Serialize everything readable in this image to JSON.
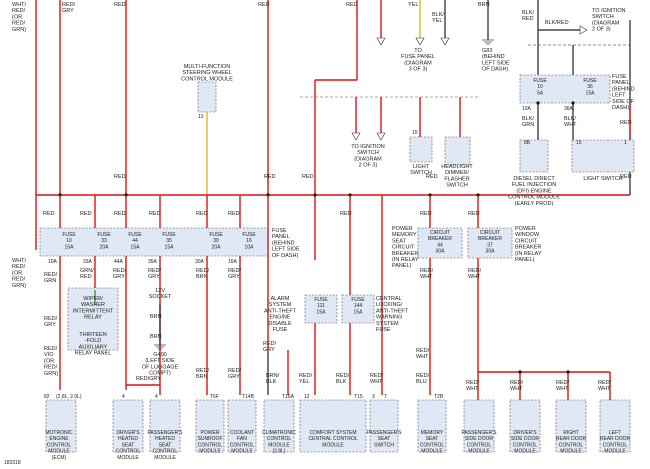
{
  "figure_id": "183318",
  "labels": {
    "top_left_wire": "WHT/\nRED/\n(OR\nRED/\nGRN)",
    "top_red_gry": "RED/\nGRY",
    "top_red_1": "RED",
    "top_red_2": "RED",
    "top_yel": "YEL",
    "top_blk_yel": "BLK/\nYEL",
    "top_brn": "BRN",
    "top_blk_red": "BLK/\nRED",
    "top_blk_red2": "BLK/RED",
    "to_ignition_switch_top": "TO IGNITION\nSWITCH\n(DIAGRAM\n2 OF 3)",
    "to_fuse_panel": "TO\nFUSE PANEL\n(DIAGRAM\n3 OF 3)",
    "g83": "G83\n(BEHIND\nLEFT SIDE\nOF DASH)",
    "multi_function": "MULTI-FUNCTION\nSTEERING WHEEL\nCONTROL MODULE",
    "fuse_panel_right": "FUSE\nPANEL\n(BEHIND\nLEFT\nSIDE OF\nDASH)",
    "fuse_10_5a": "FUSE\n10\n5A",
    "fuse_36_15a": "FUSE\n36\n15A",
    "pin_10a_top": "10A",
    "pin_36a_top": "36A",
    "blk_grn": "BLK/\nGRN",
    "blk_wht": "BLK/\nWHT",
    "red_top": "RED",
    "to_ignition_switch_mid": "TO IGNITION\nSWITCH\n(DIAGRAM\n2 OF 3)",
    "light_switch_mid": "LIGHT\nSWITCH",
    "headlight_dimmer": "HEADLIGHT\nDIMMER/\nFLASHER\nSWITCH",
    "diesel_ecm": "DIESEL DIRECT\nFUEL INJECTION\n(DFI) ENGINE\nCONTROL MODULE\n(EARLY PROD)",
    "light_switch_right": "LIGHT SWITCH",
    "red_bus": "RED",
    "fuse_panel_main": "FUSE\nPANEL\n(BEHIND\nLEFT SIDE\nOF DASH)",
    "fuses": [
      {
        "label": "FUSE\n10\n15A",
        "pin": "10A"
      },
      {
        "label": "FUSE\n33\n20A",
        "pin": "33A"
      },
      {
        "label": "FUSE\n44\n15A",
        "pin": "44A"
      },
      {
        "label": "FUSE\n35\n15A",
        "pin": "35A"
      },
      {
        "label": "FUSE\n30\n20A",
        "pin": "30A"
      },
      {
        "label": "FUSE\n16\n10A",
        "pin": "16A"
      }
    ],
    "power_memory_seat_cb": "POWER\nMEMORY\nSEAT\nCIRCUIT\nBREAKER\n(IN RELAY\nPANEL)",
    "cb_44": "CIRCUIT\nBREAKER\n44\n30A",
    "cb_37": "CIRCUIT\nBREAKER\n37\n30A",
    "power_window_cb": "POWER\nWINDOW\nCIRCUIT\nBREAKER\n(IN RELAY\nPANEL)",
    "wiper_relay": "WIPER/\nWASHER\nINTERMITTENT\nRELAY",
    "thirteen_fold": "THIRTEEN\n-FOLD\nAUXILIARY\nRELAY PANEL",
    "socket_12v": "12V\nSOCKET",
    "g400": "G400\n(LEFT SIDE\nOF LUGGAGE\nCOMPT)",
    "alarm_system": "ALARM\nSYSTEM\nANTI-THEFT\nENGINE\nDISABLE\nFUSE",
    "fuse_111": "FUSE\n111\n15A",
    "fuse_144": "FUSE\n144\n15A",
    "central_locking": "CENTRAL\nLOCKING/\nANTI-THEFT\nWARNING\nSYSTEM\nFUSE",
    "modules": [
      "MOTRONIC\nENGINE\nCONTROL\nMODULE\n(ECM)",
      "DRIVER'S\nHEATED\nSEAT\nCONTROL\nMODULE",
      "PASSENGER'S\nHEATED\nSEAT\nCONTROL\nMODULE",
      "POWER\nSUNROOF\nCONTROL\nMODULE",
      "COOLANT\nFAN\nCONTROL\nMODULE",
      "CLIMATRONIC\nCONTROL\nMODULE\n(2.8L)",
      "COMFORT SYSTEM\nCENTRAL CONTROL\nMODULE",
      "PASSENGER'S\nSEAT\nSWITCH",
      "MEMORY\nSEAT\nCONTROL\nMODULE",
      "PASSENGER'S\nSIDE DOOR\nCONTROL\nMODULE",
      "DRIVER'S\nSIDE DOOR\nCONTROL\nMODULE",
      "RIGHT\nREAR DOOR\nCONTROL\nMODULE",
      "LEFT\nREAR DOOR\nCONTROL\nMODULE"
    ],
    "pins": {
      "ecm": "82",
      "ecm_engines": "(2.8L, 2.0L)",
      "dhs": "4",
      "phs": "4",
      "sunroof": "T6F",
      "coolant": "T14B",
      "clima": "T16A",
      "comfort_12": "12",
      "comfort_t15": "T15",
      "comfort_3": "3",
      "pass_seat": "7",
      "memory": "T2B",
      "c13": "13",
      "c8b": "8B",
      "c15": "15",
      "c1": "1"
    },
    "wire_colors": {
      "red_grn": "RED/\nGRN",
      "grn_red": "GRN/\nRED",
      "red_vio": "RED/\nVIO\n(OR\nRED/\nGRN)",
      "red_gry": "RED/\nGRY",
      "red_gry2": "RED/GRY",
      "red_brn": "RED/\nBRN",
      "red_gry3": "RED/\nGRY",
      "red_yel": "RED/\nYEL",
      "red_blk": "RED/\nBLK",
      "red_wht": "RED/\nWHT",
      "red_blu": "RED/\nBLU",
      "brn": "BRN",
      "brn_blk": "BRN/\nBLK",
      "red": "RED"
    }
  }
}
